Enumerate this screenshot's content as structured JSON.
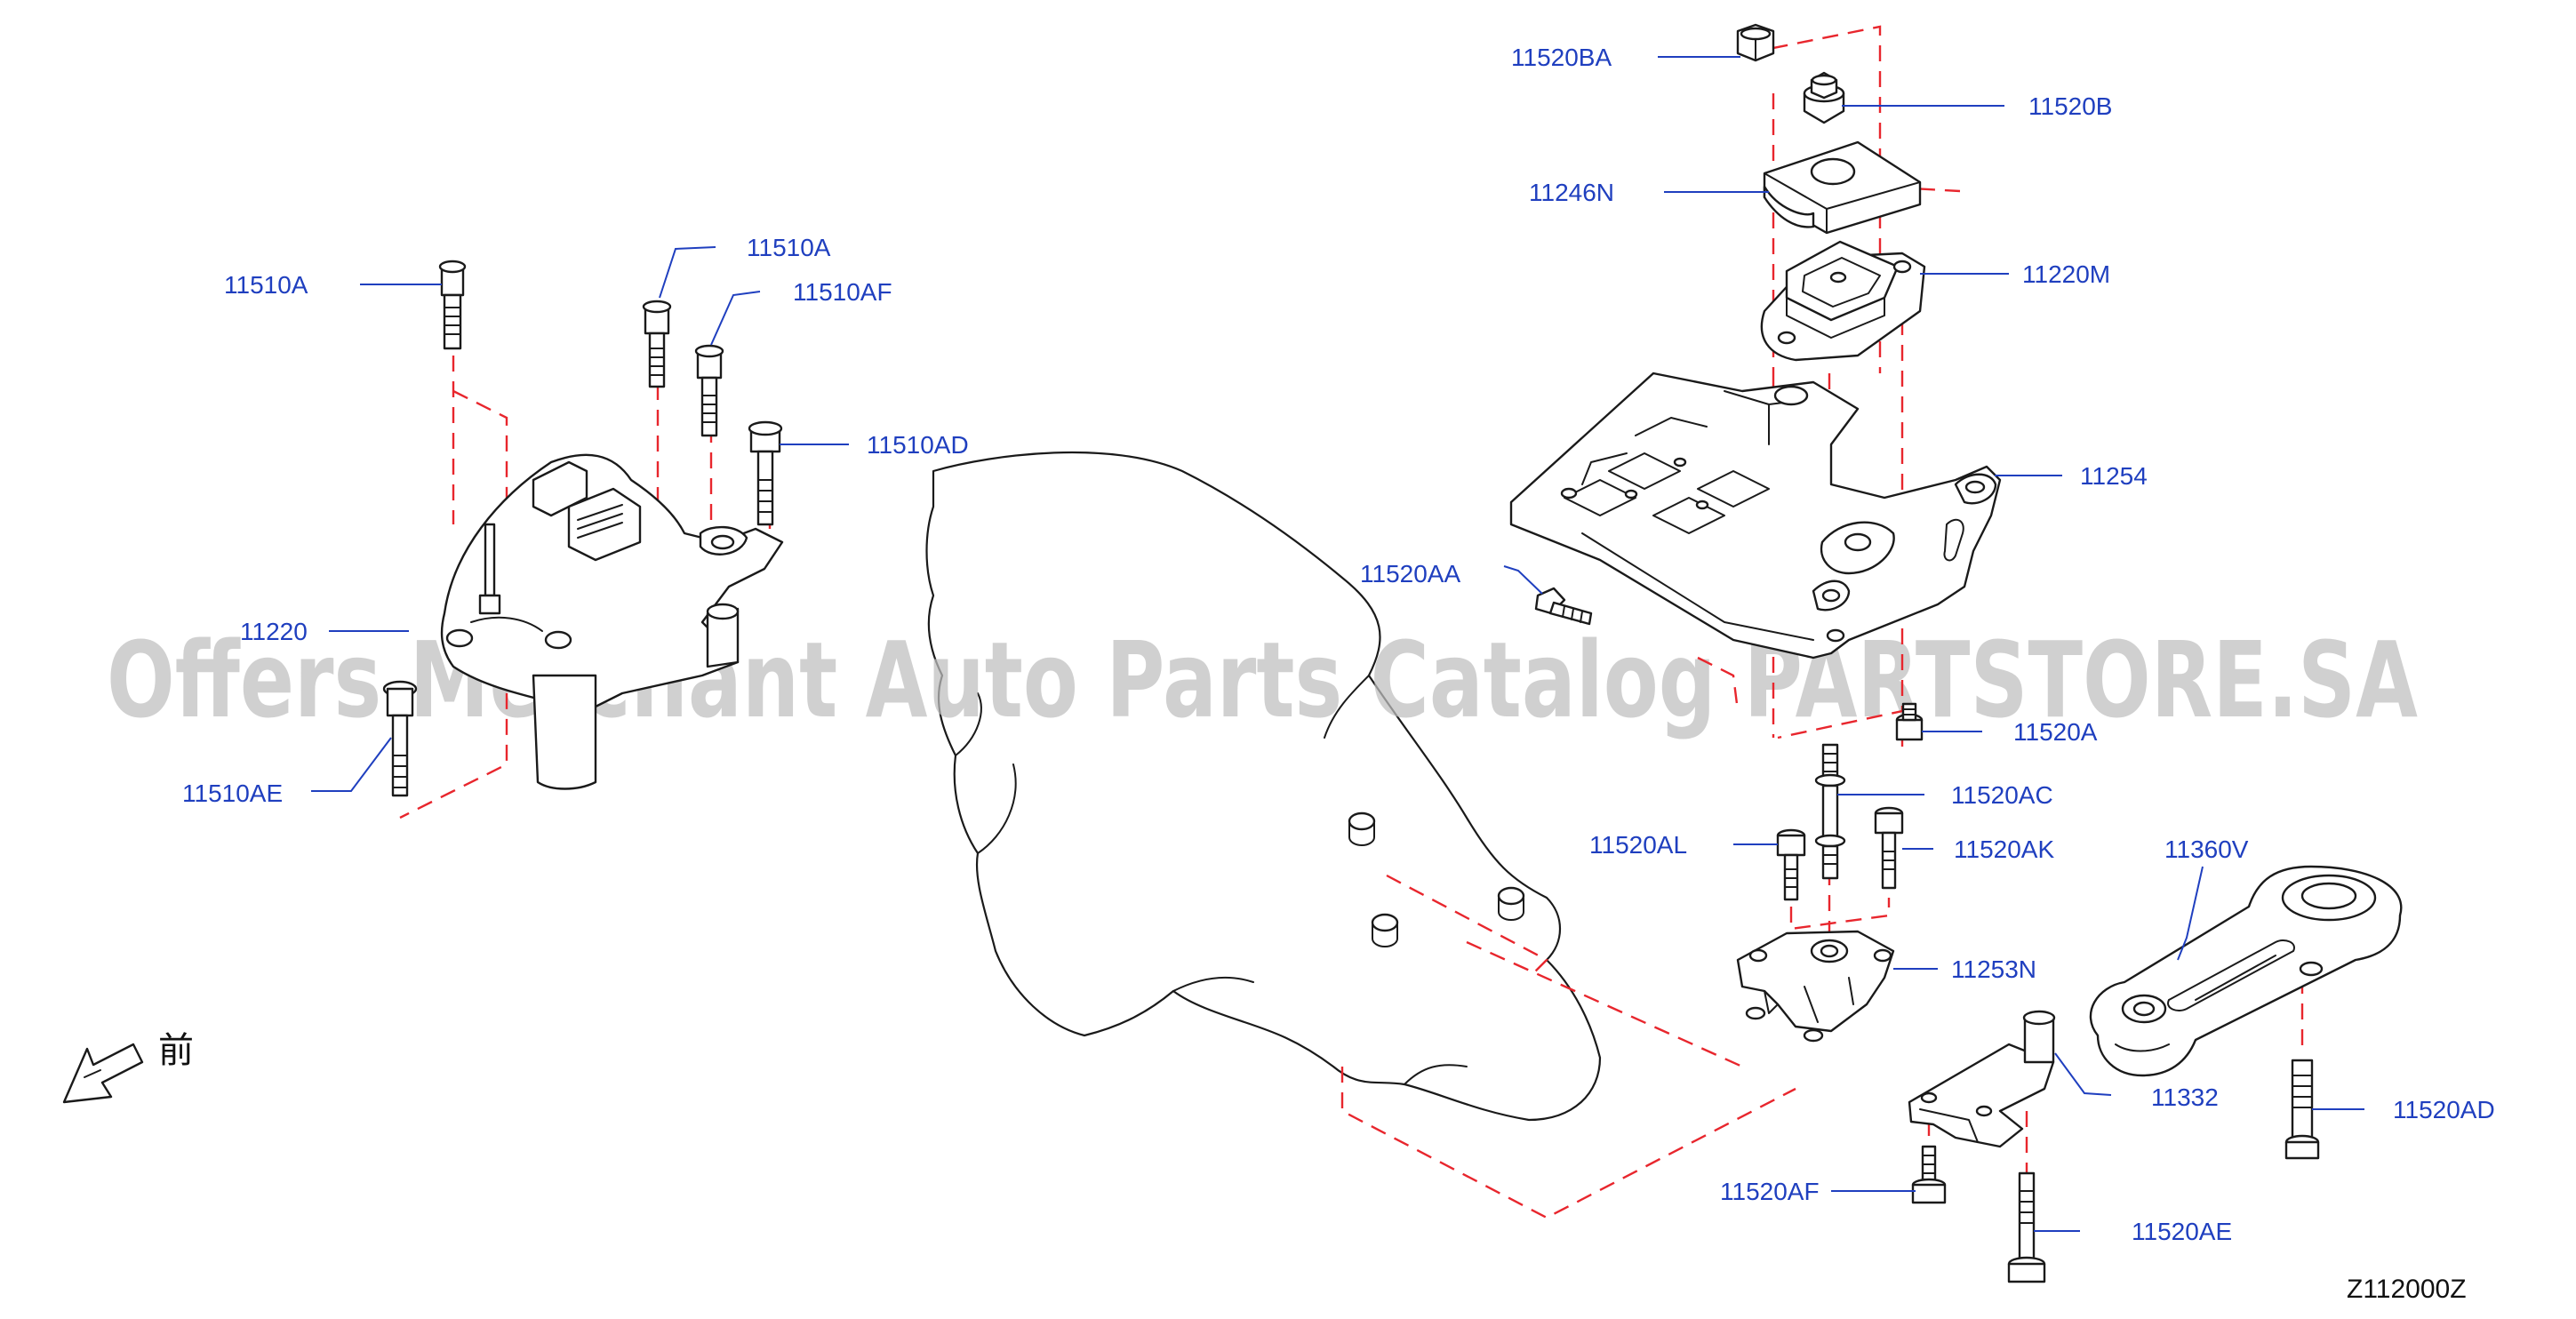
{
  "diagram": {
    "code": "Z112000Z",
    "front_label": "前",
    "watermark": "Offers Merchant Auto Parts Catalog PARTSTORE.SA",
    "colors": {
      "callout": "#1f3fbf",
      "phantom_line": "#e8262d",
      "line_art": "#1a1a1a",
      "watermark": "#bfbfbf"
    },
    "callouts": {
      "c11520BA": "11520BA",
      "c11520B": "11520B",
      "c11246N": "11246N",
      "c11220M": "11220M",
      "c11254": "11254",
      "c11520AA": "11520AA",
      "c11520A": "11520A",
      "c11520AC": "11520AC",
      "c11520AL": "11520AL",
      "c11520AK": "11520AK",
      "c11360V": "11360V",
      "c11253N": "11253N",
      "c11332": "11332",
      "c11520AD": "11520AD",
      "c11520AF": "11520AF",
      "c11520AE": "11520AE",
      "c11510A_top": "11510A",
      "c11510A_left": "11510A",
      "c11510AF": "11510AF",
      "c11510AD": "11510AD",
      "c11220": "11220",
      "c11510AE": "11510AE"
    }
  }
}
